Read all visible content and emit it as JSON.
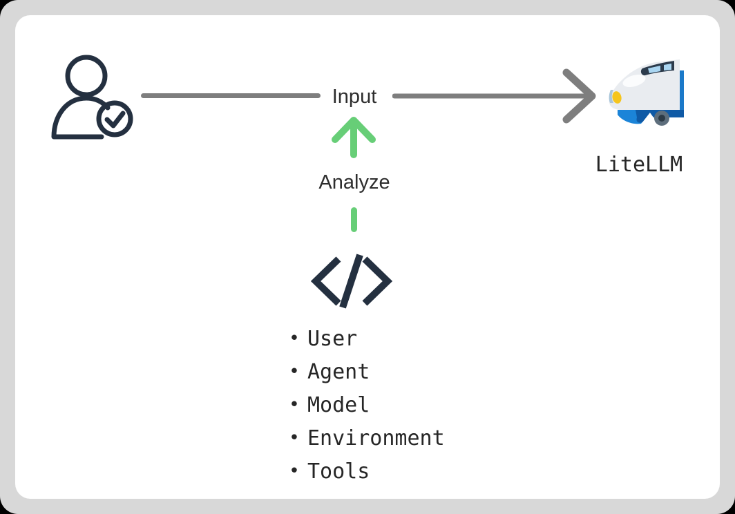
{
  "flow": {
    "input_label": "Input",
    "analyze_label": "Analyze",
    "target_label": "LiteLLM"
  },
  "analysis_list": {
    "bullet": "•",
    "items": [
      "User",
      "Agent",
      "Model",
      "Environment",
      "Tools"
    ]
  },
  "icons": {
    "user": "user-check-icon",
    "target": "bullet-train-icon",
    "code": "code-icon",
    "arrow_right": "arrow-right-icon",
    "arrow_up": "arrow-up-icon"
  },
  "colors": {
    "accent_green": "#67ce77",
    "arrow_gray": "#7e7e7e",
    "icon_navy": "#243040",
    "text_dark": "#2e2e2e",
    "mono_dark": "#262626",
    "frame_gray": "#d8d8d8",
    "panel_white": "#ffffff"
  }
}
